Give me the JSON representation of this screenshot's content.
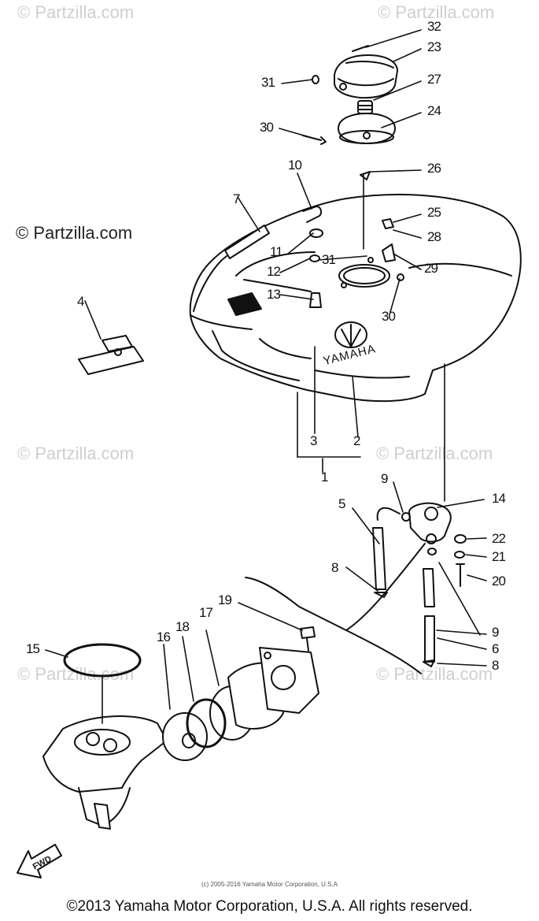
{
  "watermarks": {
    "faint": "© Partzilla.com",
    "dark": "© Partzilla.com"
  },
  "brand_text": "YAMAHA",
  "fwd_label": "FWD",
  "callouts": [
    "32",
    "23",
    "31",
    "27",
    "30",
    "24",
    "10",
    "26",
    "7",
    "25",
    "28",
    "11",
    "31",
    "29",
    "12",
    "13",
    "30",
    "4",
    "3",
    "2",
    "1",
    "9",
    "14",
    "5",
    "22",
    "21",
    "8",
    "20",
    "19",
    "9",
    "6",
    "15",
    "16",
    "18",
    "17",
    "8"
  ],
  "small_copyright": "(c) 2005-2016 Yamaha Motor Corporation, U.S.A",
  "footer": "©2013 Yamaha Motor Corporation, U.S.A. All rights reserved."
}
